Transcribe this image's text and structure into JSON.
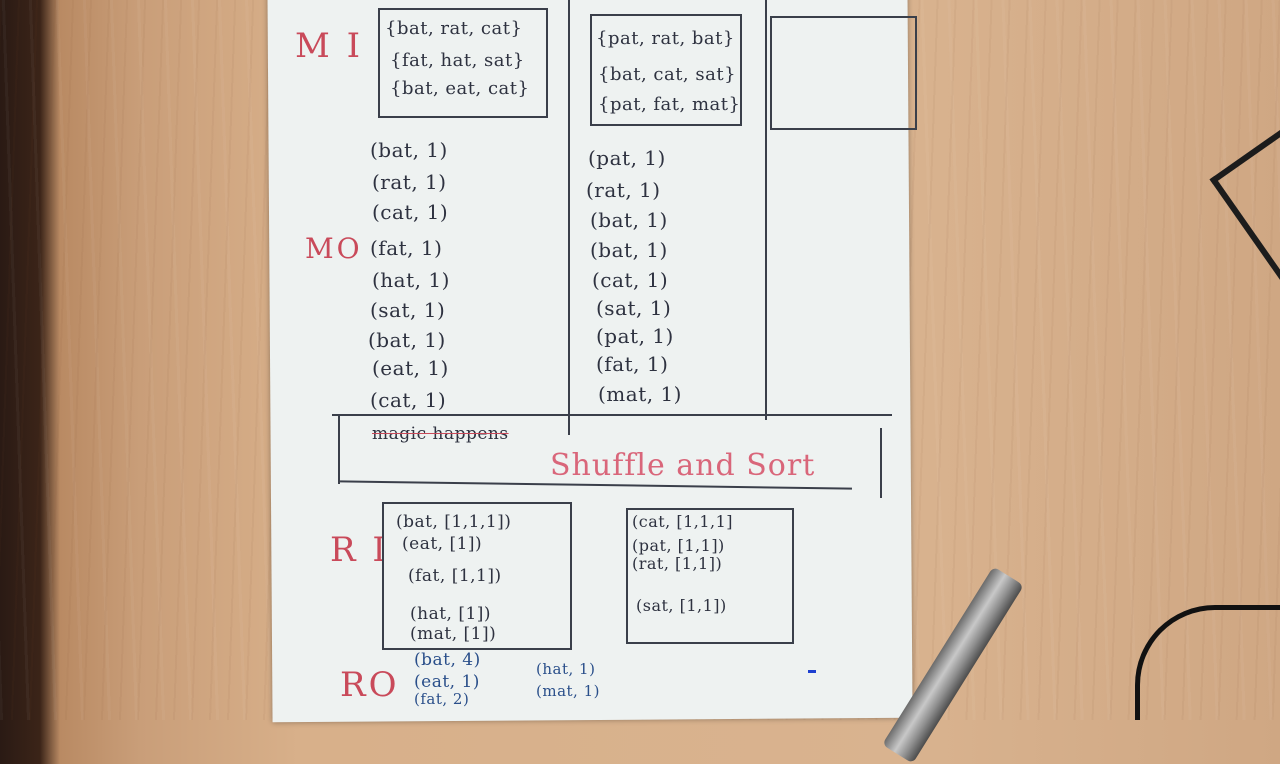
{
  "labels": {
    "mi": "M I",
    "mo": "MO",
    "ri": "R I",
    "ro": "RO"
  },
  "mapper_inputs": {
    "col1": [
      "{bat, rat, cat}",
      "{fat, hat, sat}",
      "{bat, eat, cat}"
    ],
    "col2": [
      "{pat, rat, bat}",
      "{bat, cat, sat}",
      "{pat, fat, mat}"
    ]
  },
  "mapper_outputs": {
    "col1": [
      "(bat, 1)",
      "(rat, 1)",
      "(cat, 1)",
      "(fat, 1)",
      "(hat, 1)",
      "(sat, 1)",
      "(bat, 1)",
      "(eat, 1)",
      "(cat, 1)"
    ],
    "col2": [
      "(pat, 1)",
      "(rat, 1)",
      "(bat, 1)",
      "(bat, 1)",
      "(cat, 1)",
      "(sat, 1)",
      "(pat, 1)",
      "(fat, 1)",
      "(mat, 1)"
    ]
  },
  "middle": {
    "crossed": "magic happens",
    "title": "Shuffle and Sort"
  },
  "reducer_inputs": {
    "col1": [
      "(bat, [1,1,1])",
      "(eat, [1])",
      "(fat, [1,1])",
      "(hat, [1])",
      "(mat, [1])"
    ],
    "col2": [
      "(cat, [1,1,1]",
      "(pat, [1,1])",
      "(rat, [1,1])",
      "(sat, [1,1])"
    ]
  },
  "reducer_outputs": {
    "col1": [
      "(bat, 4)",
      "(eat, 1)",
      "(fat, 2)"
    ],
    "col2": [
      "(hat, 1)",
      "(mat, 1)"
    ]
  }
}
